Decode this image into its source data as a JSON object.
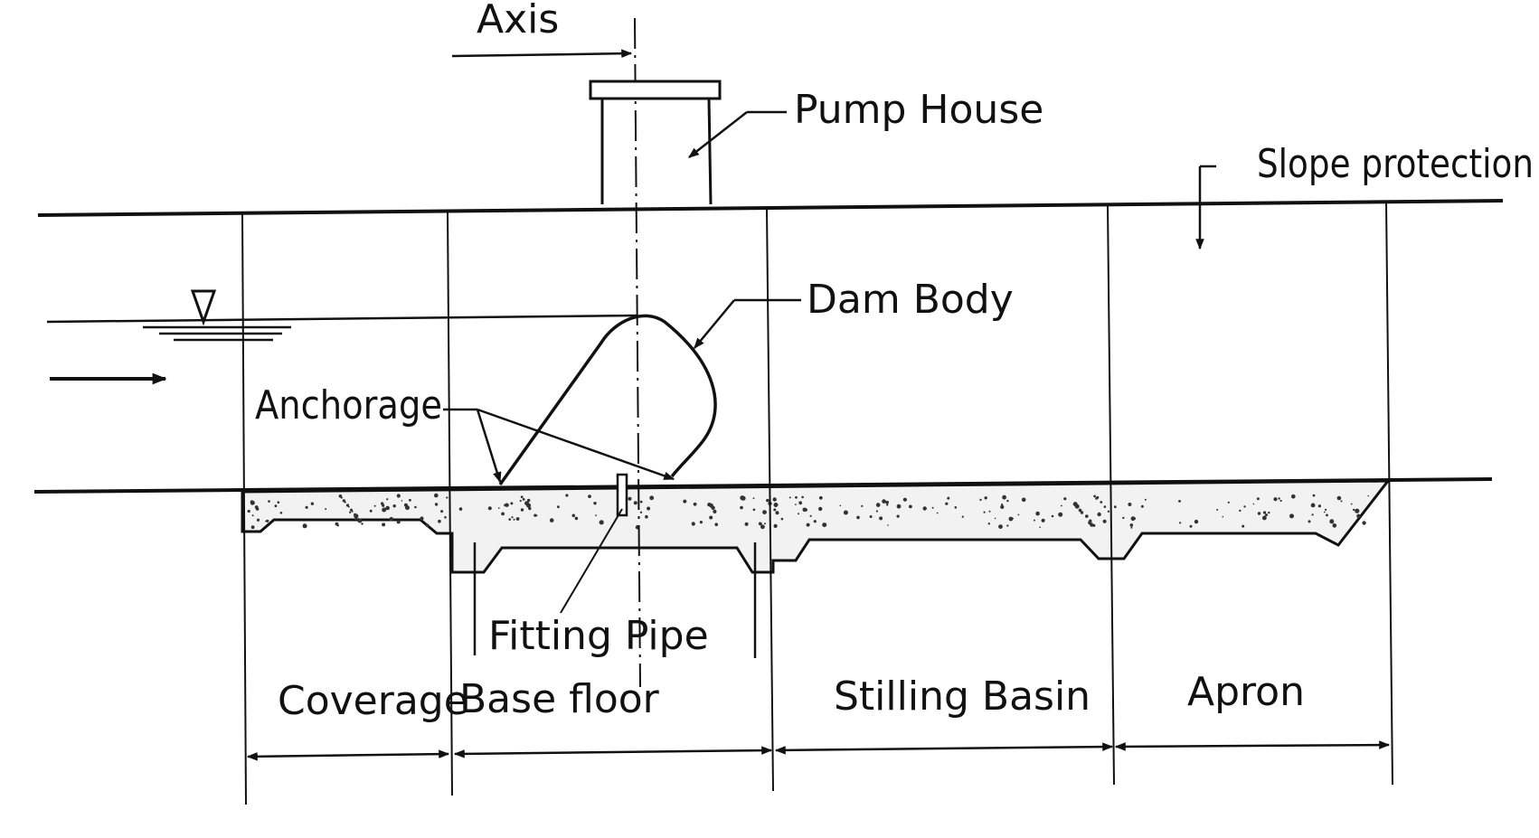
{
  "labels": {
    "axis": "Axis",
    "pump_house": "Pump House",
    "slope_protection": "Slope protection",
    "dam_body": "Dam Body",
    "anchorage": "Anchorage",
    "fitting_pipe": "Fitting Pipe",
    "coverage": "Coverage",
    "base_floor": "Base floor",
    "stilling_basin": "Stilling Basin",
    "apron": "Apron"
  },
  "colors": {
    "ink": "#111111",
    "background": "#ffffff"
  }
}
